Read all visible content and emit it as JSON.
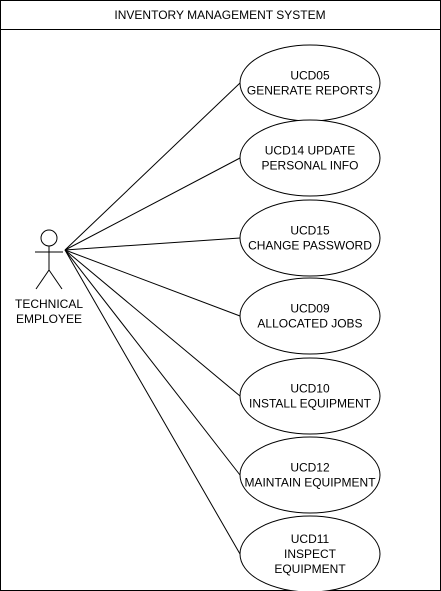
{
  "system": {
    "title": "INVENTORY MANAGEMENT SYSTEM"
  },
  "actor": {
    "label_line1": "TECHNICAL",
    "label_line2": "EMPLOYEE"
  },
  "use_cases": [
    {
      "id": "ucd05",
      "lines": [
        "UCD05",
        "GENERATE REPORTS"
      ]
    },
    {
      "id": "ucd14",
      "lines": [
        "UCD14 UPDATE",
        "PERSONAL INFO"
      ]
    },
    {
      "id": "ucd15",
      "lines": [
        "UCD15",
        "CHANGE PASSWORD"
      ]
    },
    {
      "id": "ucd09",
      "lines": [
        "UCD09",
        "ALLOCATED JOBS"
      ]
    },
    {
      "id": "ucd10",
      "lines": [
        "UCD10",
        "INSTALL EQUIPMENT"
      ]
    },
    {
      "id": "ucd12",
      "lines": [
        "UCD12",
        "MAINTAIN EQUIPMENT"
      ]
    },
    {
      "id": "ucd11",
      "lines": [
        "UCD11",
        "INSPECT",
        "EQUIPMENT"
      ]
    }
  ],
  "colors": {
    "stroke": "#000000",
    "fill": "#ffffff",
    "text": "#000000"
  }
}
